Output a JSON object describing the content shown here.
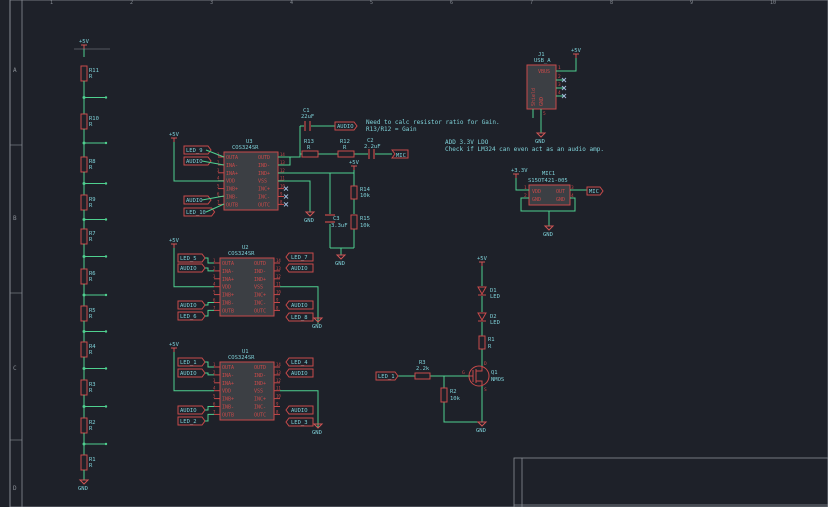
{
  "colors": {
    "background": "#1e2129",
    "wire": "#4fd08f",
    "component": "#c84a4a",
    "component_fill": "#3c3f44",
    "label_text": "#7fd1d8",
    "ref_text": "#9fb8d8",
    "power": "#d05555",
    "frame": "#8a8f96"
  },
  "frame": {
    "column_marks": [
      "1",
      "2",
      "3",
      "4",
      "5",
      "6",
      "7",
      "8",
      "9",
      "10"
    ],
    "row_marks": [
      "A",
      "B",
      "C",
      "D"
    ]
  },
  "power": {
    "vcc5": "+5V",
    "vcc33": "+3.3V",
    "gnd": "GND"
  },
  "resistor_ladder": [
    {
      "ref": "R11",
      "value": "R"
    },
    {
      "ref": "R10",
      "value": "R"
    },
    {
      "ref": "R8",
      "value": "R"
    },
    {
      "ref": "R9",
      "value": "R"
    },
    {
      "ref": "R7",
      "value": "R"
    },
    {
      "ref": "R6",
      "value": "R"
    },
    {
      "ref": "R5",
      "value": "R"
    },
    {
      "ref": "R4",
      "value": "R"
    },
    {
      "ref": "R3",
      "value": "R"
    },
    {
      "ref": "R2",
      "value": "R"
    },
    {
      "ref": "R1",
      "value": "R"
    }
  ],
  "opamps": [
    {
      "ref": "U3",
      "part": "COS324SR",
      "left_pins": [
        "OUTA",
        "INA-",
        "INA+",
        "VDD",
        "INB+",
        "INB-",
        "OUTB"
      ],
      "right_pins": [
        "OUTD",
        "IND-",
        "IND+",
        "VSS",
        "INC+",
        "INC-",
        "OUTC"
      ],
      "left_nums": [
        "1",
        "2",
        "3",
        "4",
        "5",
        "6",
        "7"
      ],
      "right_nums": [
        "14",
        "13",
        "12",
        "11",
        "10",
        "9",
        "8"
      ],
      "labels_left": [
        "LED_9",
        "AUDIO",
        "AUDIO",
        "LED_10"
      ],
      "labels_right": []
    },
    {
      "ref": "U2",
      "part": "COS324SR",
      "left_pins": [
        "OUTA",
        "INA-",
        "INA+",
        "VDD",
        "INB+",
        "INB-",
        "OUTB"
      ],
      "right_pins": [
        "OUTD",
        "IND-",
        "IND+",
        "VSS",
        "INC+",
        "INC-",
        "OUTC"
      ],
      "left_nums": [
        "1",
        "2",
        "3",
        "4",
        "5",
        "6",
        "7"
      ],
      "right_nums": [
        "14",
        "13",
        "12",
        "11",
        "10",
        "9",
        "8"
      ],
      "labels_left": [
        "LED_5",
        "AUDIO",
        "AUDIO",
        "LED_6"
      ],
      "labels_right": [
        "LED_7",
        "AUDIO",
        "AUDIO",
        "LED_8"
      ]
    },
    {
      "ref": "U1",
      "part": "COS324SR",
      "left_pins": [
        "OUTA",
        "INA-",
        "INA+",
        "VDD",
        "INB+",
        "INB-",
        "OUTB"
      ],
      "right_pins": [
        "OUTD",
        "IND-",
        "IND+",
        "VSS",
        "INC+",
        "INC-",
        "OUTC"
      ],
      "left_nums": [
        "1",
        "2",
        "3",
        "4",
        "5",
        "6",
        "7"
      ],
      "right_nums": [
        "14",
        "13",
        "12",
        "11",
        "10",
        "9",
        "8"
      ],
      "labels_left": [
        "LED_1",
        "AUDIO",
        "AUDIO",
        "LED_2"
      ],
      "labels_right": [
        "LED_4",
        "AUDIO",
        "AUDIO",
        "LED_3"
      ]
    }
  ],
  "amp": {
    "c1_ref": "C1",
    "c1_val": "22uF",
    "c2_ref": "C2",
    "c2_val": "2.2uF",
    "c3_ref": "C3",
    "c3_val": "3.3uF",
    "r13_ref": "R13",
    "r13_val": "R",
    "r12_ref": "R12",
    "r12_val": "R",
    "r14_ref": "R14",
    "r14_val": "10k",
    "r15_ref": "R15",
    "r15_val": "10k",
    "audio_label": "AUDIO",
    "mic_label": "MIC",
    "note_line1": "Need to calc resistor ratio for Gain.",
    "note_line2": "R13/R12 = Gain"
  },
  "usb": {
    "ref": "J1",
    "part": "USB_A",
    "vbus": "VBUS",
    "shield": "Shield",
    "gnd_pin": "GND",
    "pin_nums": [
      "1",
      "2",
      "3",
      "4",
      "5"
    ]
  },
  "ldo_note": {
    "line1": "ADD 3.3V LDO",
    "line2": "Check if LM324 can even act as an audio amp."
  },
  "mic": {
    "ref": "MIC1",
    "part": "S15OT421-005",
    "pins_left": [
      "VDD",
      "GND"
    ],
    "pins_right": [
      "OUT",
      "GND"
    ],
    "nums_left": [
      "1",
      "2"
    ],
    "nums_right": [
      "3",
      "4"
    ],
    "label": "MIC"
  },
  "driver": {
    "d1_ref": "D1",
    "d1_val": "LED",
    "d2_ref": "D2",
    "d2_val": "LED",
    "r1_ref": "R1",
    "r1_val": "R",
    "r2_ref": "R2",
    "r2_val": "10k",
    "r3_ref": "R3",
    "r3_val": "2.2k",
    "q1_ref": "Q1",
    "q1_val": "NMOS",
    "gate_pin": "G",
    "drain_pin": "D",
    "source_pin": "S",
    "led_label": "LED_1"
  }
}
